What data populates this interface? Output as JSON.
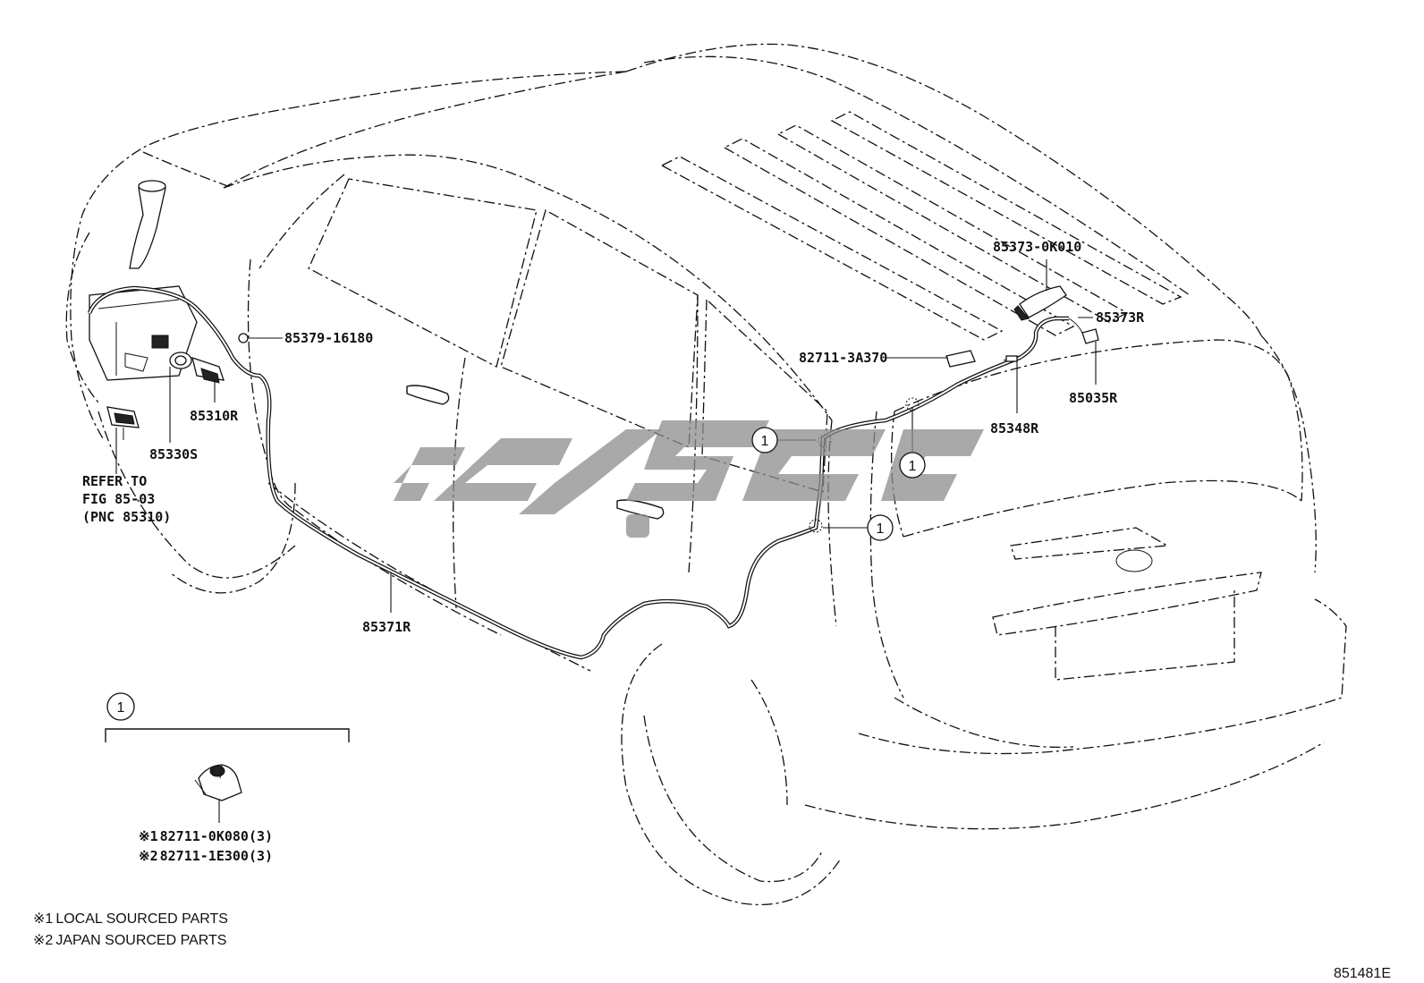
{
  "diagram": {
    "figure_code": "851481E",
    "callout_symbol": "1",
    "refer_note": {
      "line1": "REFER TO",
      "line2": "FIG 85-03",
      "line3": "(PNC 85310)"
    },
    "part_labels": {
      "p85373_0K010": "85373-0K010",
      "p85373R": "85373R",
      "p82711_3A370": "82711-3A370",
      "p85035R": "85035R",
      "p85348R": "85348R",
      "p85379_16180": "85379-16180",
      "p85310R": "85310R",
      "p85330S": "85330S",
      "p85371R": "85371R"
    },
    "detail_box": {
      "callout": "1",
      "items": [
        {
          "mark": "※1",
          "part": "82711-0K080(3)"
        },
        {
          "mark": "※2",
          "part": "82711-1E300(3)"
        }
      ]
    },
    "footnotes": [
      {
        "mark": "※1",
        "text": "LOCAL SOURCED PARTS"
      },
      {
        "mark": "※2",
        "text": "JAPAN SOURCED PARTS"
      }
    ],
    "watermark": "wm-logo"
  }
}
